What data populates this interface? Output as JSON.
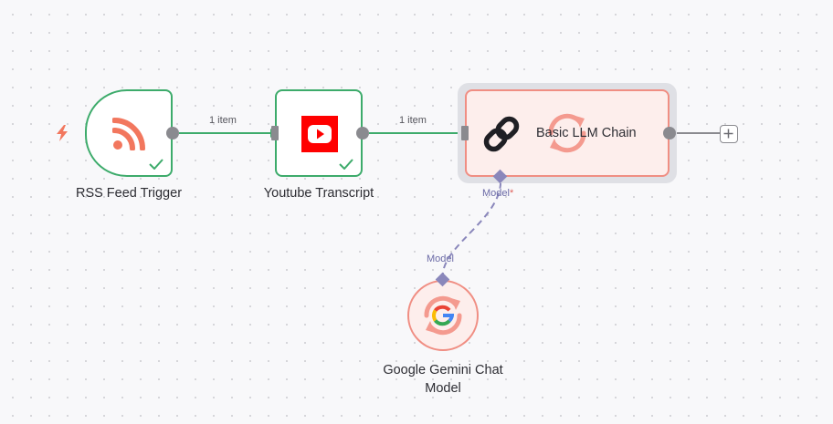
{
  "nodes": {
    "rss_trigger": {
      "label": "RSS Feed Trigger",
      "icon": "rss-icon"
    },
    "youtube_transcript": {
      "label": "Youtube Transcript",
      "icon": "youtube-icon"
    },
    "basic_llm_chain": {
      "label": "Basic LLM Chain",
      "icon": "chain-link-icon"
    },
    "gemini_model": {
      "label_line1": "Google Gemini Chat",
      "label_line2": "Model",
      "icon": "google-icon"
    }
  },
  "connections": {
    "rss_to_youtube": {
      "label": "1 item"
    },
    "youtube_to_llm": {
      "label": "1 item"
    }
  },
  "ports": {
    "llm_model_input": {
      "label": "Model",
      "required_marker": "*"
    },
    "gemini_model_output": {
      "label": "Model"
    }
  },
  "colors": {
    "success_green": "#3dab6b",
    "ai_node_border": "#f08e83",
    "ai_node_fill": "#fdeeec",
    "rss_orange": "#f2775e",
    "youtube_red": "#ff0000",
    "handle_gray": "#8a8a8f",
    "model_port_purple": "#8a87bb"
  }
}
